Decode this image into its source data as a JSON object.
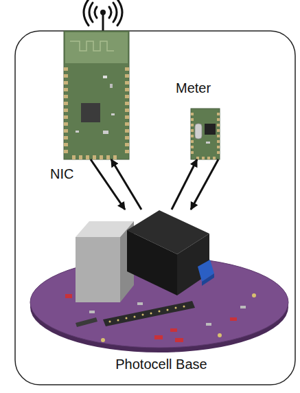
{
  "diagram": {
    "nodes": [
      {
        "text": [
          "NIC"
        ]
      },
      {
        "text": [
          "Meter"
        ]
      },
      {
        "text": [
          "Photocell Base"
        ]
      }
    ],
    "edges": [
      {
        "from": 0,
        "to": 2,
        "arrow": "to"
      },
      {
        "from": 2,
        "to": 0,
        "arrow": "to"
      },
      {
        "from": 2,
        "to": 1,
        "arrow": "to"
      },
      {
        "from": 1,
        "to": 2,
        "arrow": "to"
      }
    ]
  }
}
